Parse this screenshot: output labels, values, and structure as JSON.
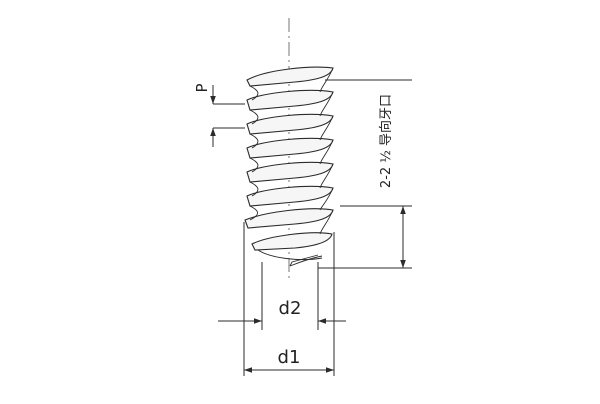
{
  "labels": {
    "pitch": "P",
    "minor_diameter": "d2",
    "major_diameter": "d1",
    "thread_length": "2-2 ½ 导向牙口"
  },
  "colors": {
    "line": "#2b2b2b",
    "thread_fill": "#f4f4f4",
    "background": "#ffffff"
  }
}
